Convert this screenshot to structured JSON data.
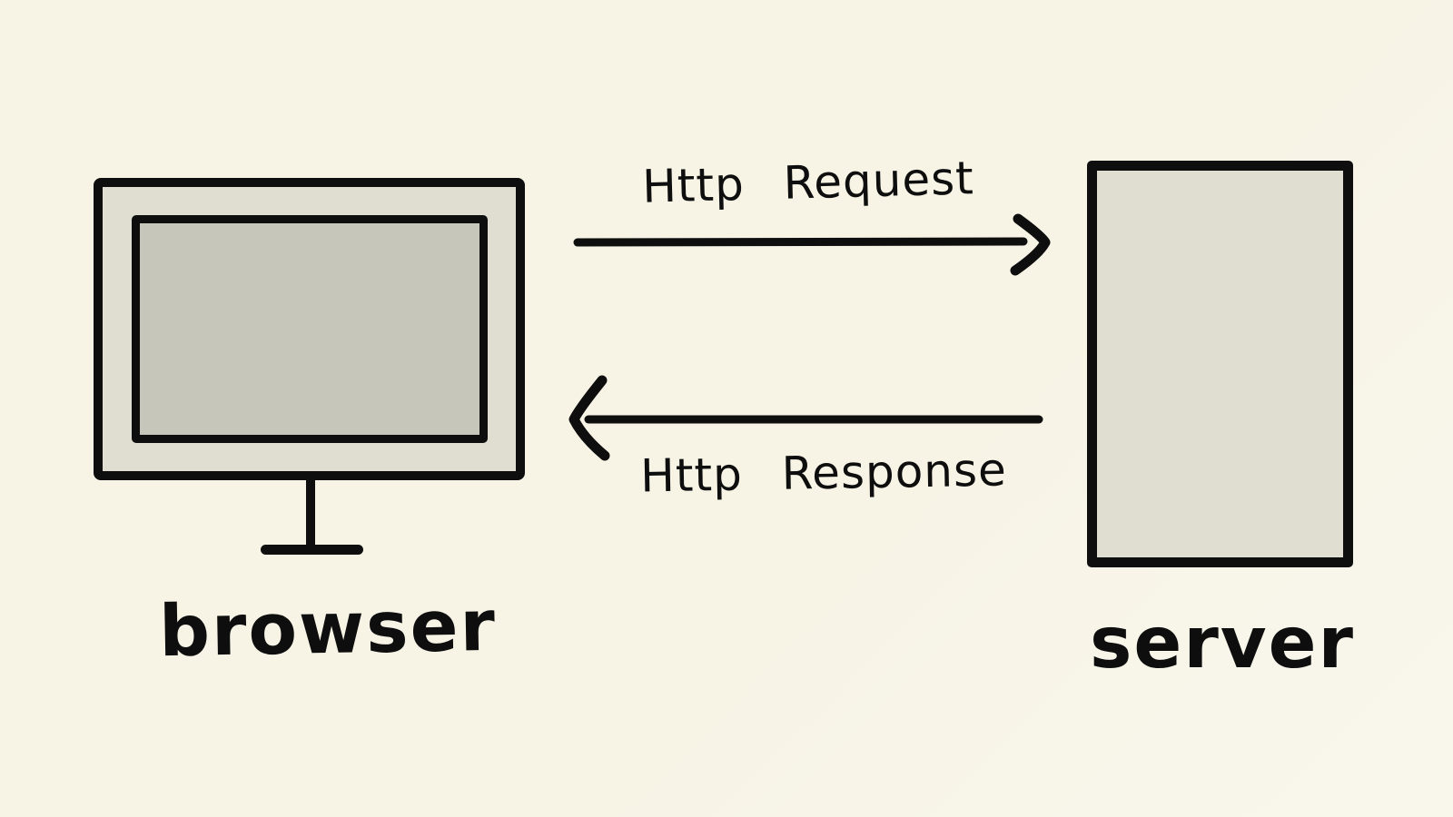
{
  "theme": {
    "background": "#f7f4e6",
    "stroke": "#0e0e0e",
    "node_fill": "#e0ded1",
    "screen_fill": "#c6c7ba"
  },
  "diagram": {
    "style": "hand-drawn sketch",
    "nodes": [
      {
        "id": "browser",
        "shape": "monitor",
        "label": "browser"
      },
      {
        "id": "server",
        "shape": "rectangle",
        "label": "server"
      }
    ],
    "edges": [
      {
        "id": "http-request",
        "label": "Http Request",
        "from": "browser",
        "to": "server",
        "direction": "left-to-right",
        "label_position": "above-line"
      },
      {
        "id": "http-response",
        "label": "Http Response",
        "from": "server",
        "to": "browser",
        "direction": "right-to-left",
        "label_position": "below-line"
      }
    ]
  }
}
